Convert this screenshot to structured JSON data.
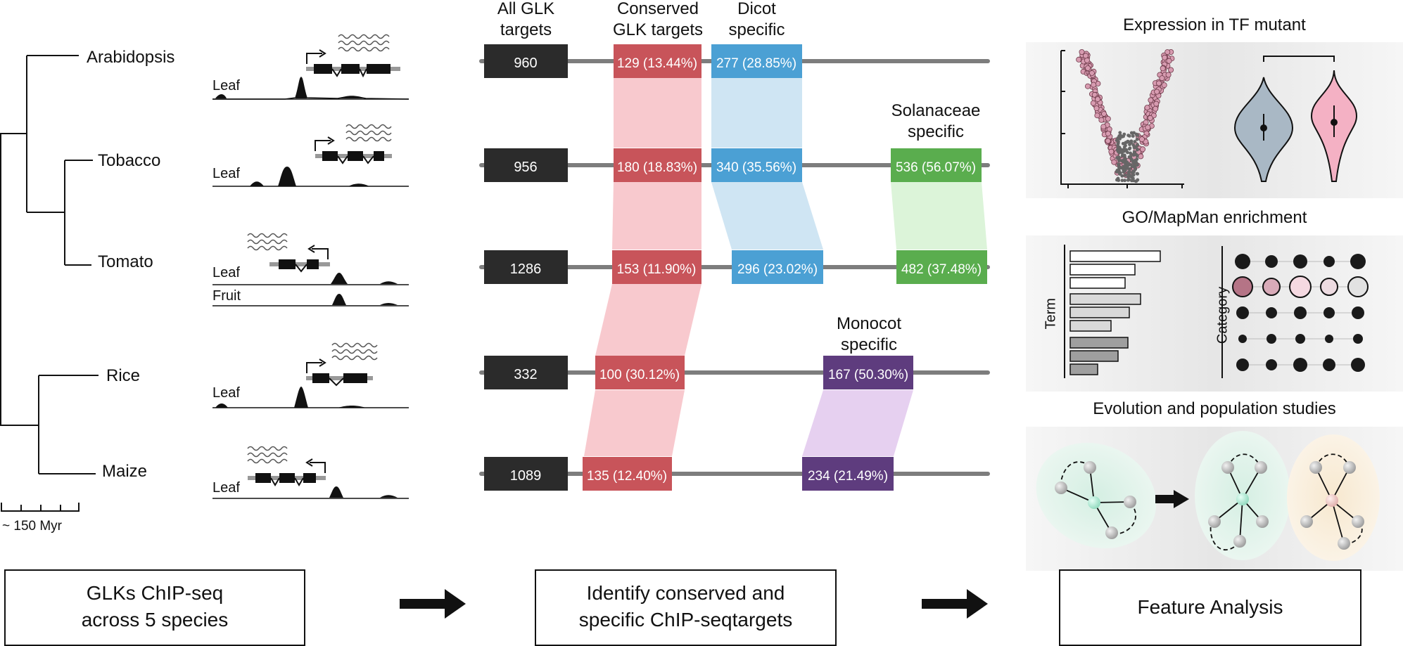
{
  "species": [
    "Arabidopsis",
    "Tobacco",
    "Tomato",
    "Rice",
    "Maize"
  ],
  "tissues": {
    "leaf": "Leaf",
    "fruit": "Fruit"
  },
  "scale_label": "~ 150 Myr",
  "column_headers": {
    "all": "All GLK\ntargets",
    "conserved": "Conserved\nGLK targets",
    "dicot": "Dicot\nspecific",
    "solanaceae": "Solanaceae\nspecific",
    "monocot": "Monocot\nspecific"
  },
  "rows": [
    {
      "all": "960",
      "conserved": "129 (13.44%)",
      "dicot": "277 (28.85%)",
      "solanaceae": "",
      "monocot": ""
    },
    {
      "all": "956",
      "conserved": "180 (18.83%)",
      "dicot": "340 (35.56%)",
      "solanaceae": "536 (56.07%)",
      "monocot": ""
    },
    {
      "all": "1286",
      "conserved": "153 (11.90%)",
      "dicot": "296 (23.02%)",
      "solanaceae": "482 (37.48%)",
      "monocot": ""
    },
    {
      "all": "332",
      "conserved": "100 (30.12%)",
      "dicot": "",
      "solanaceae": "",
      "monocot": "167 (50.30%)"
    },
    {
      "all": "1089",
      "conserved": "135 (12.40%)",
      "dicot": "",
      "solanaceae": "",
      "monocot": "234 (21.49%)"
    }
  ],
  "colors": {
    "all": "#2b2b2b",
    "conserved": "#c8545a",
    "conserved_band": "#f6b7bd",
    "dicot": "#4ba0d4",
    "dicot_band": "#c7e1f1",
    "solanaceae": "#5aad4e",
    "solanaceae_band": "#d6f2d2",
    "monocot": "#5e3c7e",
    "monocot_band": "#e3cbee",
    "line": "#7d7d7d"
  },
  "right_panels": {
    "expression_title": "Expression in TF mutant",
    "go_title": "GO/MapMan enrichment",
    "go_y_label": "Term",
    "go_category_label": "Category",
    "evolution_title": "Evolution and population studies"
  },
  "bottom": {
    "step1": "GLKs ChIP-seq\nacross 5 species",
    "step2": "Identify conserved and\nspecific ChIP-seqtargets",
    "step3": "Feature Analysis"
  }
}
